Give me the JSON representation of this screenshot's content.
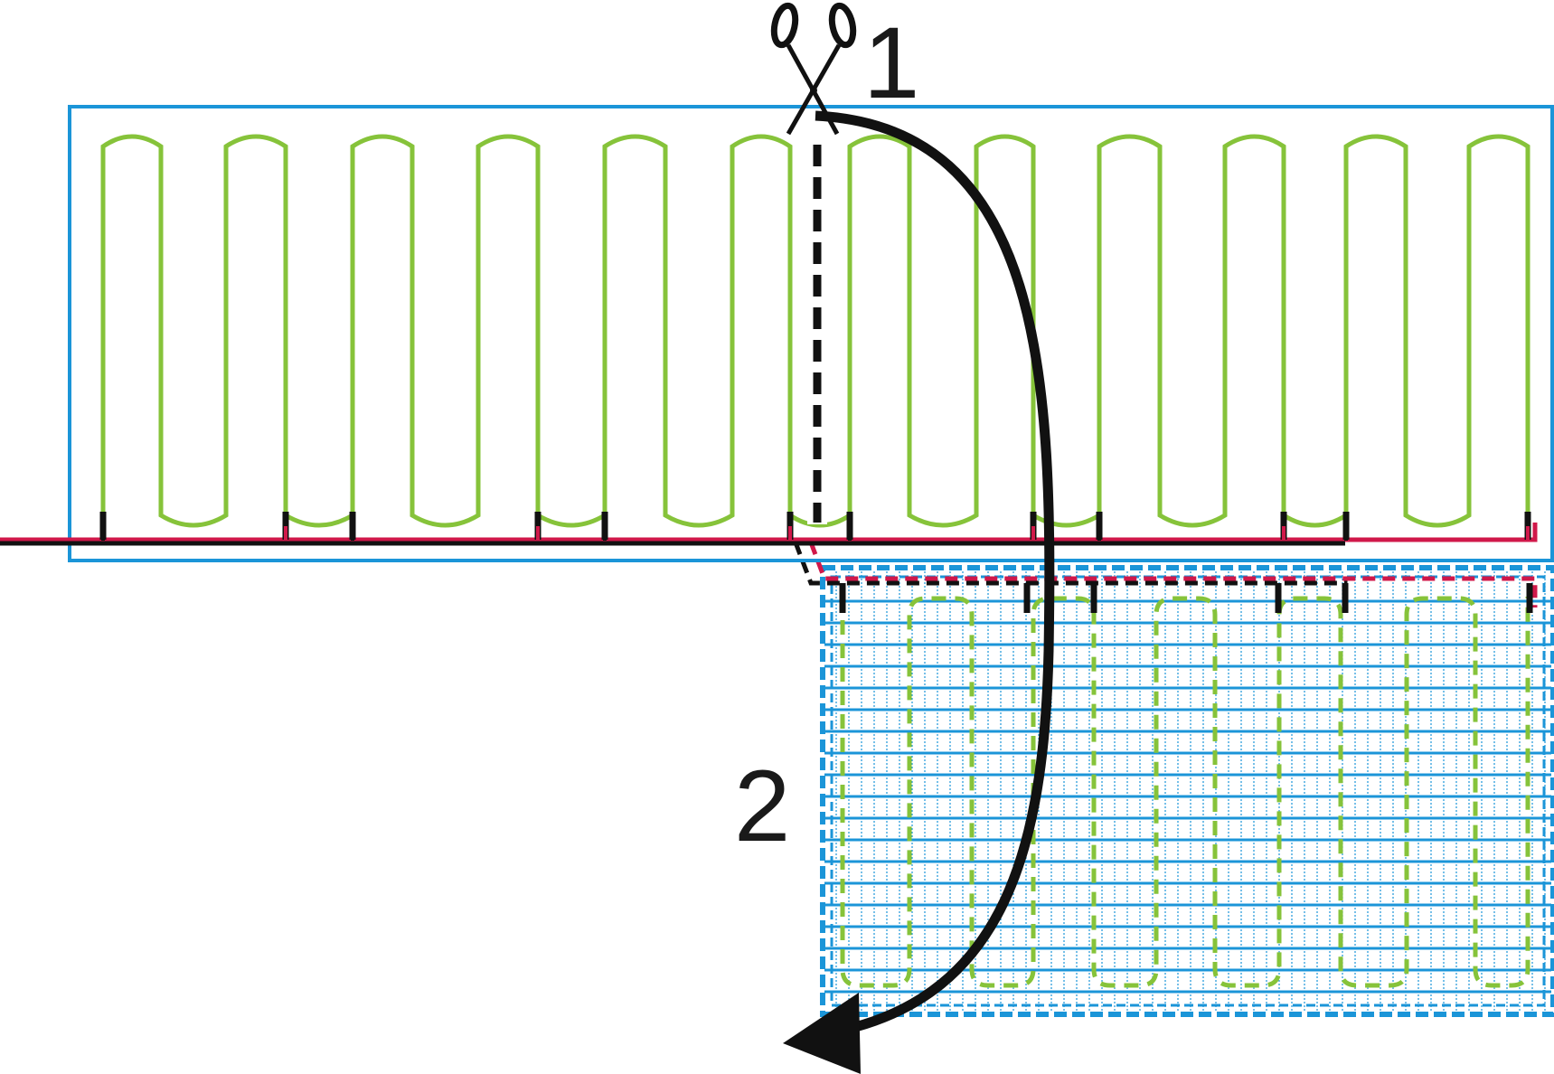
{
  "labels": {
    "step1": "1",
    "step2": "2"
  },
  "colors": {
    "frame": "#1b95d8",
    "heating_cable": "#86c33a",
    "live_wire": "#d0184a",
    "neutral_wire": "#111111",
    "cut_line": "#111111",
    "arrow": "#111111",
    "mesh": "#1b95d8"
  },
  "icons": {
    "cut_tool": "scissors-icon",
    "fold_direction": "curved-arrow-icon"
  },
  "counts": {
    "cable_loops_top_row": 12,
    "cable_loops_folded_section": 5
  }
}
